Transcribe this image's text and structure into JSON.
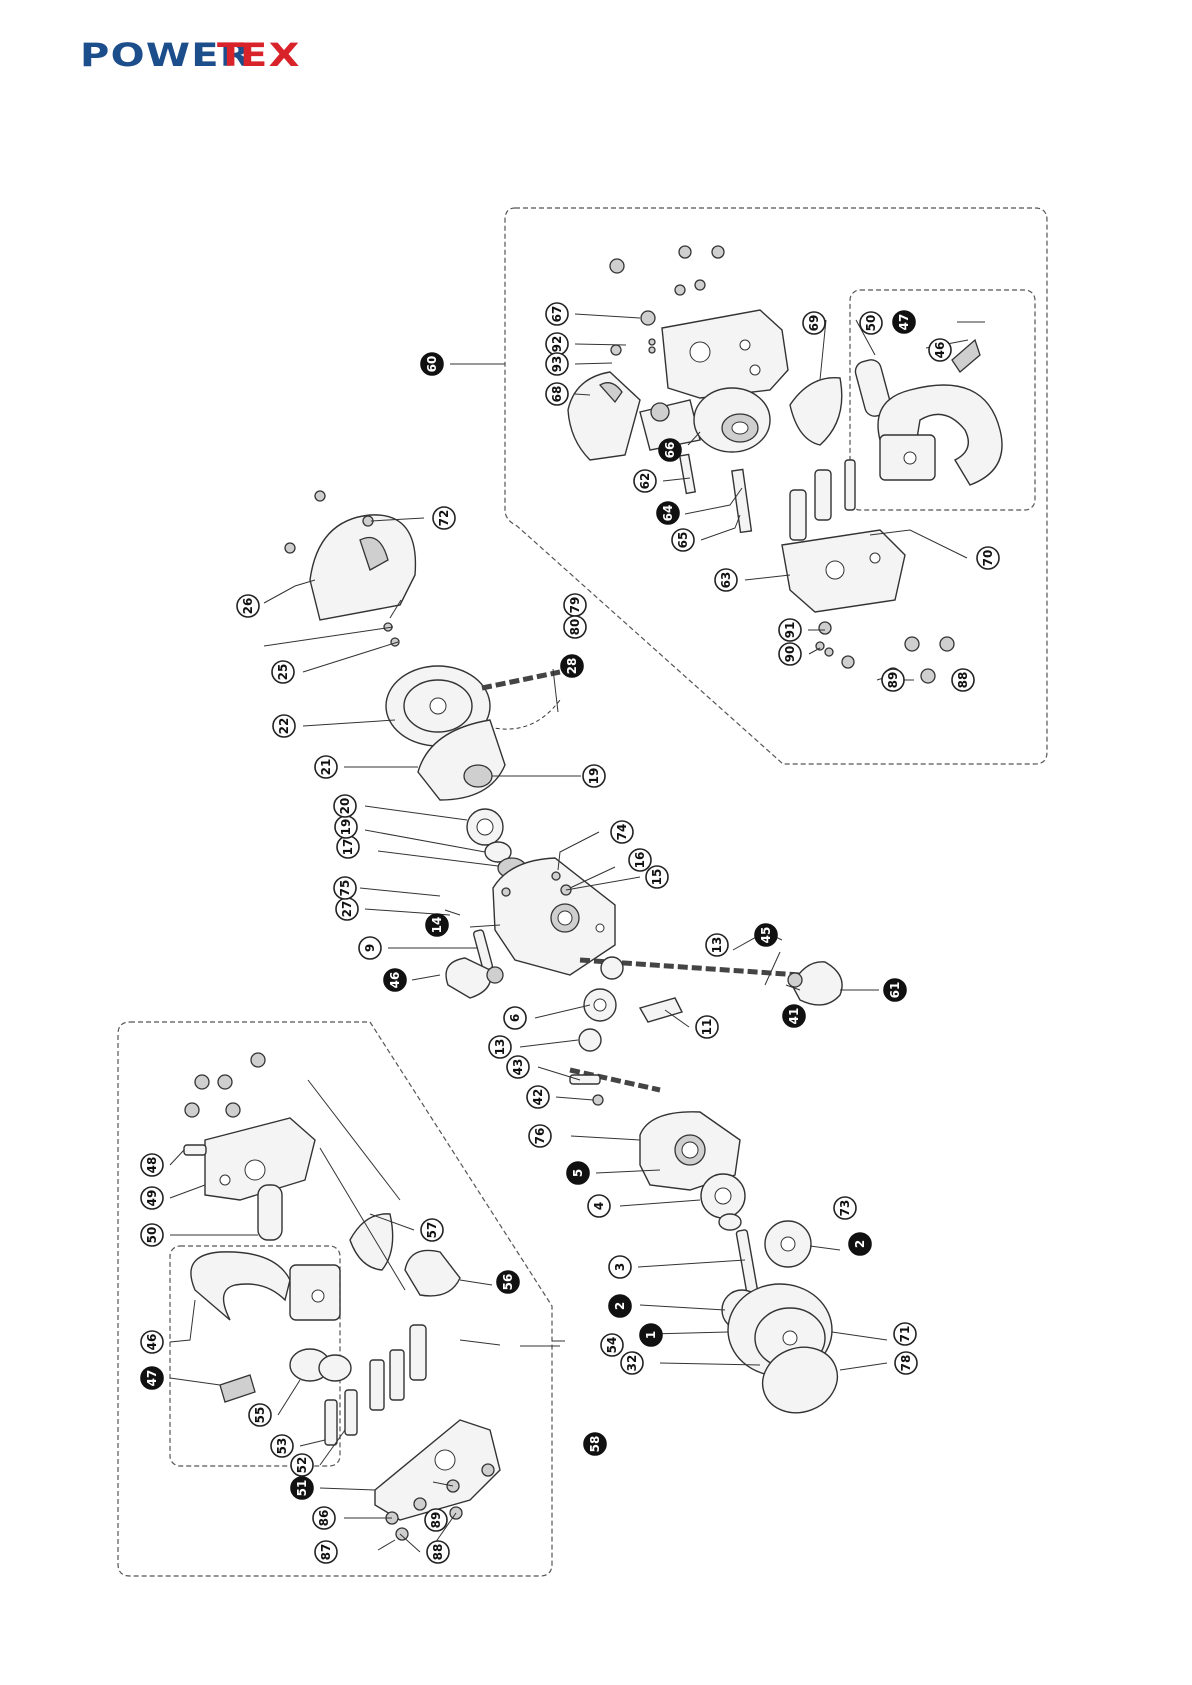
{
  "logo": {
    "text_left": "POWER",
    "text_mid": "T",
    "text_right": "EX",
    "color_primary": "#1c4e8c",
    "color_accent": "#d8232a"
  },
  "diagram": {
    "group_left_label": "58",
    "group_right_label": "60",
    "callouts": [
      {
        "id": "c1",
        "label": "1",
        "filled": true
      },
      {
        "id": "c2a",
        "label": "2",
        "filled": true
      },
      {
        "id": "c2b",
        "label": "2",
        "filled": true
      },
      {
        "id": "c3",
        "label": "3",
        "filled": false
      },
      {
        "id": "c4",
        "label": "4",
        "filled": false
      },
      {
        "id": "c5",
        "label": "5",
        "filled": true
      },
      {
        "id": "c6",
        "label": "6",
        "filled": false
      },
      {
        "id": "c9",
        "label": "9",
        "filled": false
      },
      {
        "id": "c11",
        "label": "11",
        "filled": false
      },
      {
        "id": "c13a",
        "label": "13",
        "filled": false
      },
      {
        "id": "c13b",
        "label": "13",
        "filled": false
      },
      {
        "id": "c14",
        "label": "14",
        "filled": true
      },
      {
        "id": "c15",
        "label": "15",
        "filled": false
      },
      {
        "id": "c16",
        "label": "16",
        "filled": false
      },
      {
        "id": "c17",
        "label": "17",
        "filled": false
      },
      {
        "id": "c19a",
        "label": "19",
        "filled": false
      },
      {
        "id": "c19b",
        "label": "19",
        "filled": false
      },
      {
        "id": "c20",
        "label": "20",
        "filled": false
      },
      {
        "id": "c21",
        "label": "21",
        "filled": false
      },
      {
        "id": "c22",
        "label": "22",
        "filled": false
      },
      {
        "id": "c25",
        "label": "25",
        "filled": false
      },
      {
        "id": "c26",
        "label": "26",
        "filled": false
      },
      {
        "id": "c27",
        "label": "27",
        "filled": false
      },
      {
        "id": "c28",
        "label": "28",
        "filled": true
      },
      {
        "id": "c32",
        "label": "32",
        "filled": false
      },
      {
        "id": "c41",
        "label": "41",
        "filled": true
      },
      {
        "id": "c42",
        "label": "42",
        "filled": false
      },
      {
        "id": "c43",
        "label": "43",
        "filled": false
      },
      {
        "id": "c45",
        "label": "45",
        "filled": true
      },
      {
        "id": "c46a",
        "label": "46",
        "filled": true
      },
      {
        "id": "c46b",
        "label": "46",
        "filled": false
      },
      {
        "id": "c46c",
        "label": "46",
        "filled": false
      },
      {
        "id": "c47a",
        "label": "47",
        "filled": true
      },
      {
        "id": "c47b",
        "label": "47",
        "filled": true
      },
      {
        "id": "c48",
        "label": "48",
        "filled": false
      },
      {
        "id": "c49",
        "label": "49",
        "filled": false
      },
      {
        "id": "c50a",
        "label": "50",
        "filled": false
      },
      {
        "id": "c50b",
        "label": "50",
        "filled": false
      },
      {
        "id": "c51",
        "label": "51",
        "filled": true
      },
      {
        "id": "c52",
        "label": "52",
        "filled": false
      },
      {
        "id": "c53",
        "label": "53",
        "filled": false
      },
      {
        "id": "c54",
        "label": "54",
        "filled": false
      },
      {
        "id": "c55",
        "label": "55",
        "filled": false
      },
      {
        "id": "c56",
        "label": "56",
        "filled": true
      },
      {
        "id": "c57",
        "label": "57",
        "filled": false
      },
      {
        "id": "c58",
        "label": "58",
        "filled": true
      },
      {
        "id": "c60",
        "label": "60",
        "filled": true
      },
      {
        "id": "c61",
        "label": "61",
        "filled": true
      },
      {
        "id": "c62",
        "label": "62",
        "filled": false
      },
      {
        "id": "c63",
        "label": "63",
        "filled": false
      },
      {
        "id": "c64",
        "label": "64",
        "filled": true
      },
      {
        "id": "c65",
        "label": "65",
        "filled": false
      },
      {
        "id": "c66",
        "label": "66",
        "filled": true
      },
      {
        "id": "c67",
        "label": "67",
        "filled": false
      },
      {
        "id": "c68",
        "label": "68",
        "filled": false
      },
      {
        "id": "c69",
        "label": "69",
        "filled": false
      },
      {
        "id": "c70",
        "label": "70",
        "filled": false
      },
      {
        "id": "c71",
        "label": "71",
        "filled": false
      },
      {
        "id": "c72",
        "label": "72",
        "filled": false
      },
      {
        "id": "c73",
        "label": "73",
        "filled": false
      },
      {
        "id": "c74",
        "label": "74",
        "filled": false
      },
      {
        "id": "c75",
        "label": "75",
        "filled": false
      },
      {
        "id": "c76",
        "label": "76",
        "filled": false
      },
      {
        "id": "c78",
        "label": "78",
        "filled": false
      },
      {
        "id": "c79",
        "label": "79",
        "filled": false
      },
      {
        "id": "c80",
        "label": "80",
        "filled": false
      },
      {
        "id": "c86",
        "label": "86",
        "filled": false
      },
      {
        "id": "c87",
        "label": "87",
        "filled": false
      },
      {
        "id": "c88a",
        "label": "88",
        "filled": false
      },
      {
        "id": "c88b",
        "label": "88",
        "filled": false
      },
      {
        "id": "c89a",
        "label": "89",
        "filled": false
      },
      {
        "id": "c89b",
        "label": "89",
        "filled": false
      },
      {
        "id": "c90",
        "label": "90",
        "filled": false
      },
      {
        "id": "c91",
        "label": "91",
        "filled": false
      },
      {
        "id": "c92",
        "label": "92",
        "filled": false
      },
      {
        "id": "c93",
        "label": "93",
        "filled": false
      }
    ]
  }
}
